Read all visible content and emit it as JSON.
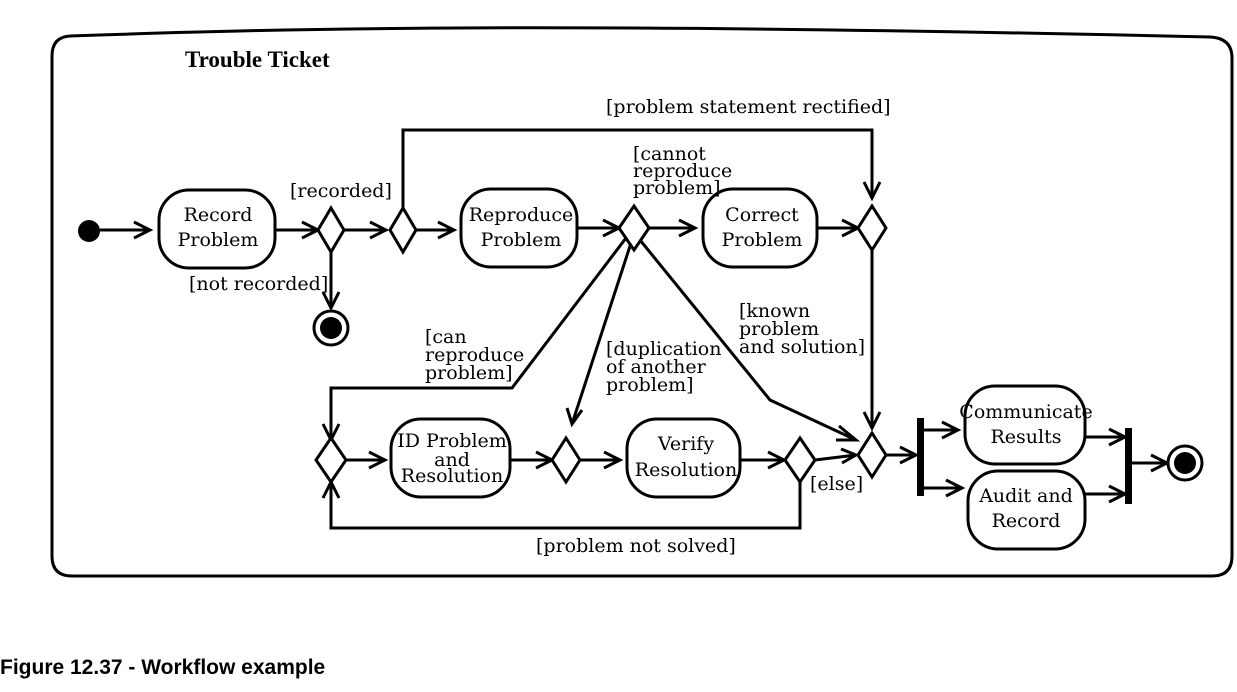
{
  "diagram": {
    "title": "Trouble Ticket",
    "caption": "Figure 12.37 - Workflow example",
    "actions": {
      "record_problem": [
        "Record",
        "Problem"
      ],
      "reproduce_problem": [
        "Reproduce",
        "Problem"
      ],
      "correct_problem": [
        "Correct",
        "Problem"
      ],
      "id_problem": [
        "ID Problem",
        "and",
        "Resolution"
      ],
      "verify_resolution": [
        "Verify",
        "Resolution"
      ],
      "communicate_results": [
        "Communicate",
        "Results"
      ],
      "audit_record": [
        "Audit and",
        "Record"
      ]
    },
    "guards": {
      "recorded": [
        "[recorded]"
      ],
      "not_recorded": [
        "[not recorded]"
      ],
      "statement_rectified": [
        "[problem statement rectified]"
      ],
      "cannot_reproduce": [
        "[cannot",
        "reproduce",
        "problem]"
      ],
      "can_reproduce": [
        "[can",
        "reproduce",
        "problem]"
      ],
      "duplication": [
        "[duplication",
        "of another",
        "problem]"
      ],
      "known_problem": [
        "[known",
        "problem",
        "and solution]"
      ],
      "else": [
        "[else]"
      ],
      "not_solved": [
        "[problem not solved]"
      ]
    }
  }
}
